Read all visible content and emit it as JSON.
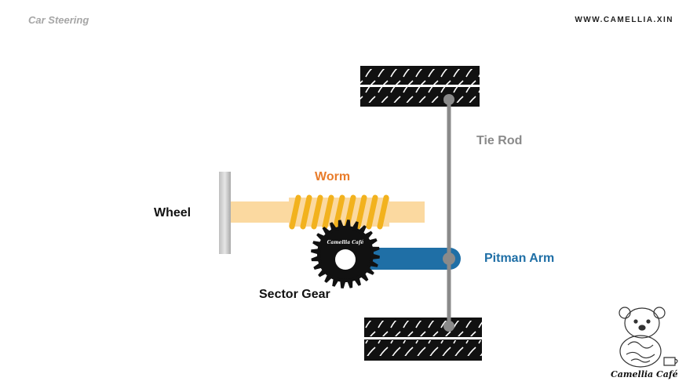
{
  "header": {
    "title": "Car Steering",
    "site": "WWW.CAMELLIA.XIN"
  },
  "labels": {
    "wheel": "Wheel",
    "worm": "Worm",
    "tie_rod": "Tie Rod",
    "pitman_arm": "Pitman Arm",
    "sector_gear": "Sector Gear",
    "gear_stamp": "Camellia Café"
  },
  "logo": {
    "caption": "Camellia Café"
  },
  "colors": {
    "worm": "#e97c2a",
    "tie_rod": "#8a8a8a",
    "pitman_arm": "#1f6fa6",
    "shaft": "#fbd9a0",
    "worm_thread": "#f2b21e"
  }
}
